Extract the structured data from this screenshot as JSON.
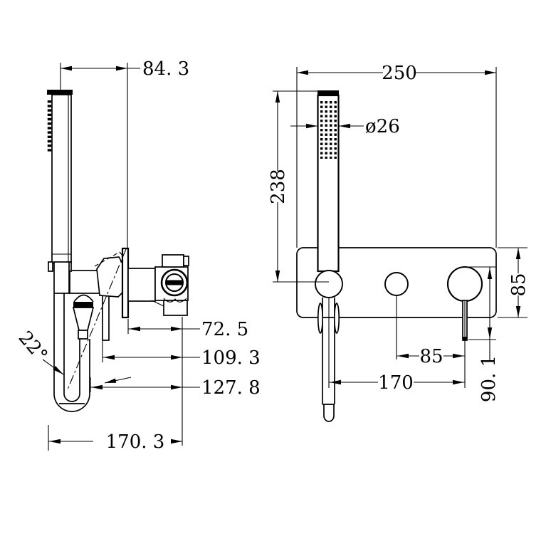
{
  "drawing": {
    "type": "technical-dimension-drawing",
    "subject": "wall-mounted shower mixer with hand shower",
    "background_color": "#ffffff",
    "line_color": "#000000",
    "side_view": {
      "name": "side view (left)",
      "dims": {
        "offset": "84. 3",
        "depth_a": "72. 5",
        "depth_b": "109. 3",
        "depth_c": "127. 8",
        "depth_total": "170. 3",
        "angle": "22°"
      }
    },
    "front_view": {
      "name": "front view (right)",
      "dims": {
        "width": "250",
        "diameter": "ø26",
        "height": "238",
        "plate_height": "85",
        "lever_length": "90. 1",
        "spacing_inner": "85",
        "spacing_outer": "170"
      }
    }
  }
}
